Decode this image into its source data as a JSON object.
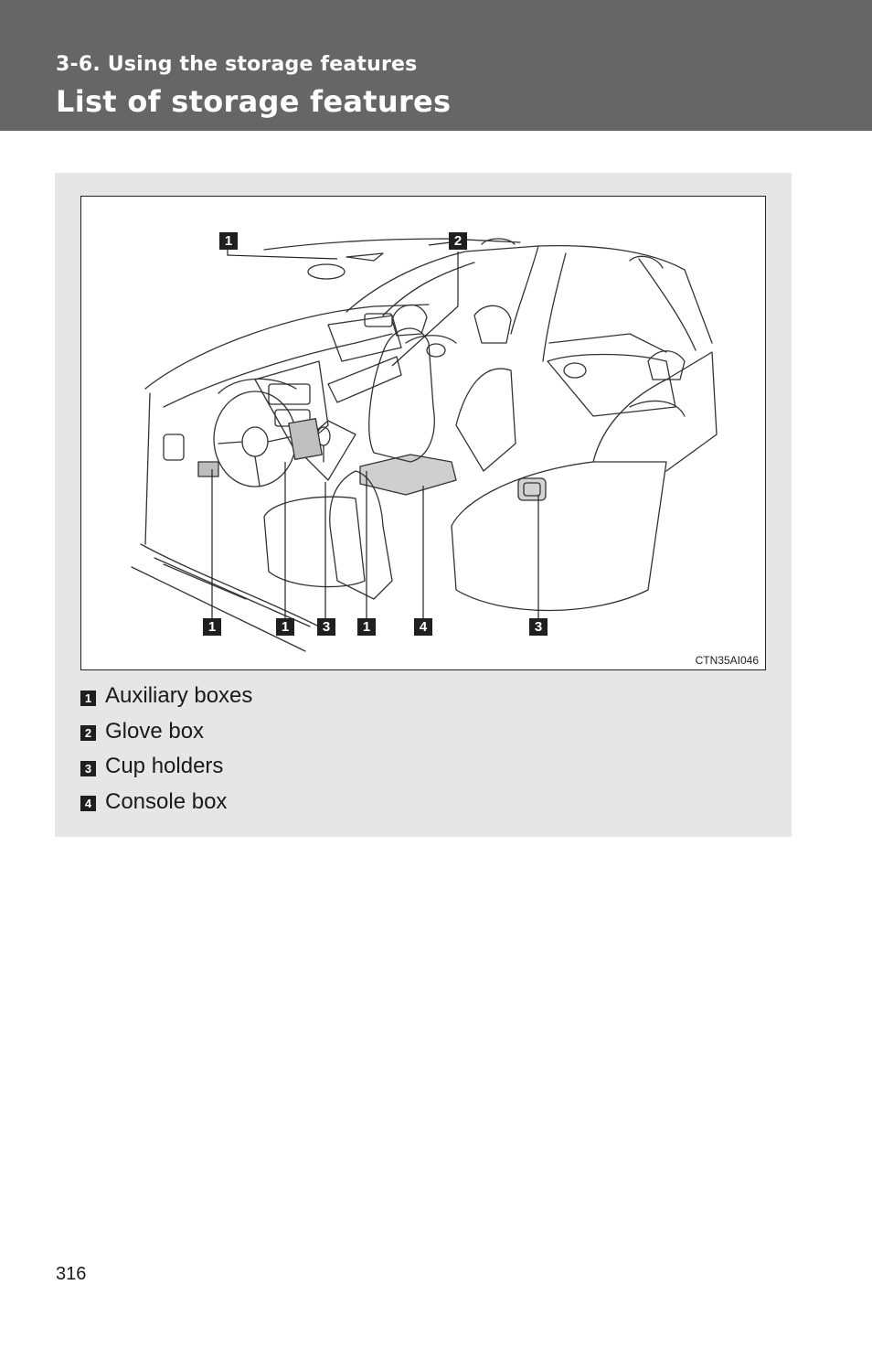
{
  "header": {
    "section_label": "3-6. Using the storage features",
    "title": "List of storage features"
  },
  "figure": {
    "code": "CTN35AI046",
    "callouts": [
      "1",
      "2",
      "1",
      "1",
      "3",
      "1",
      "4",
      "3"
    ]
  },
  "legend": {
    "items": [
      {
        "num": "1",
        "label": "Auxiliary boxes"
      },
      {
        "num": "2",
        "label": "Glove box"
      },
      {
        "num": "3",
        "label": "Cup holders"
      },
      {
        "num": "4",
        "label": "Console box"
      }
    ]
  },
  "footer": {
    "page_number": "316"
  }
}
